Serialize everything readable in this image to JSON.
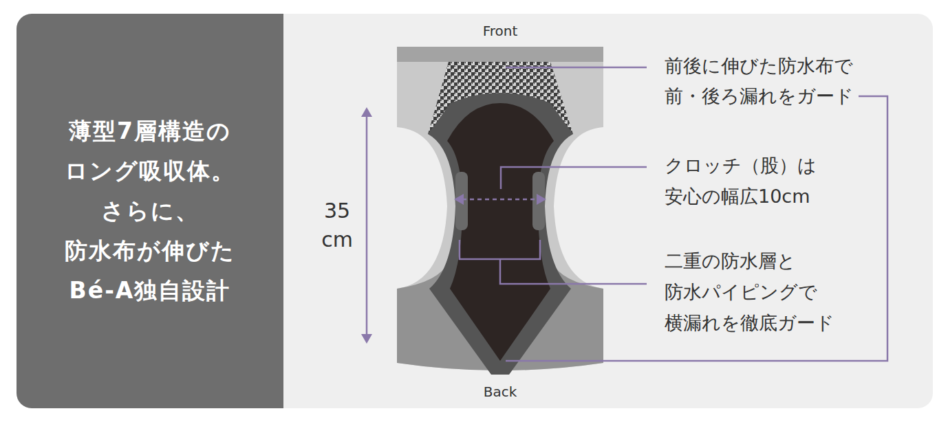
{
  "diagram": {
    "nodes": [
      {
        "text": [
          "薄型7層構造の ロング吸収体。 さらに、 防水布が伸びた Bé-A独自設計"
        ]
      }
    ],
    "labels": [
      "Front",
      "35 cm",
      "前後に伸びた防水布で 前・後ろ漏れをガード",
      "クロッチ（股）は 安心の幅広10cm",
      "二重の防水層と 防水パイピングで 横漏れを徹底ガード",
      "Back"
    ]
  }
}
